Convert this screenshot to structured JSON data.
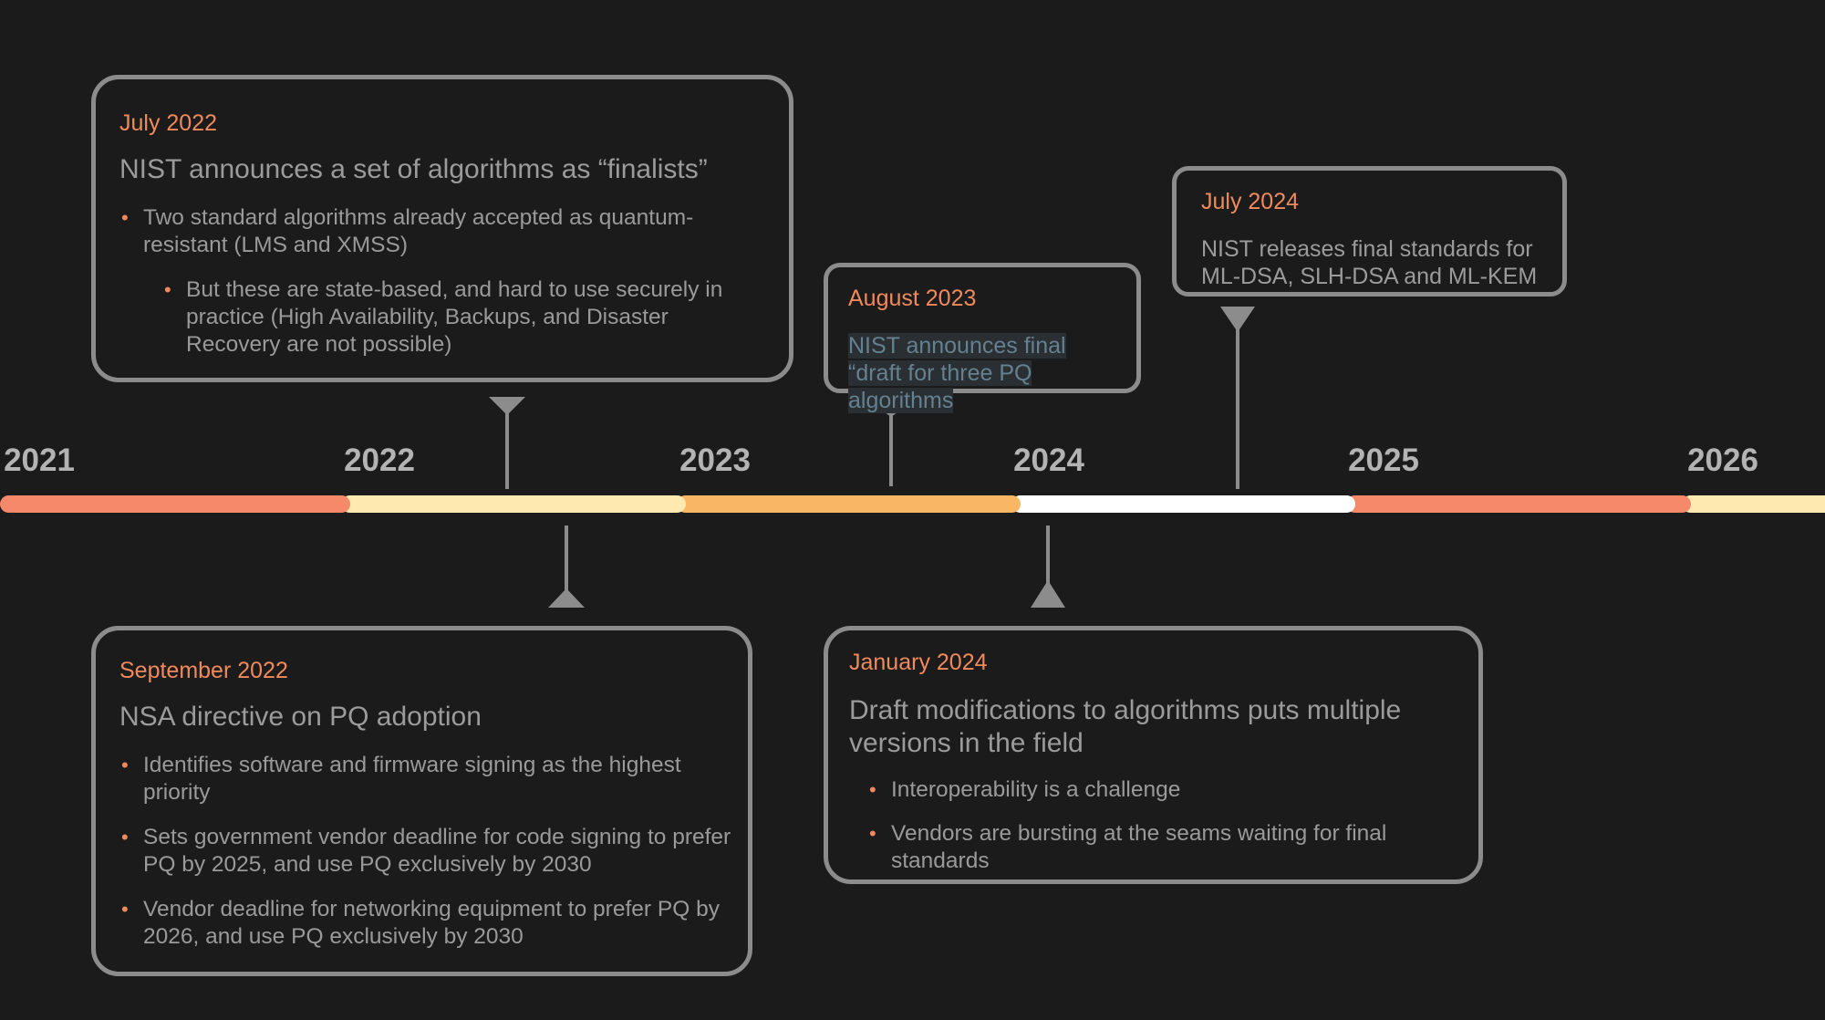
{
  "timeline": {
    "years": [
      "2021",
      "2022",
      "2023",
      "2024",
      "2025",
      "2026"
    ],
    "segment_colors": [
      "#f6896a",
      "#fee9b0",
      "#f9b765",
      "#ffffff",
      "#f6896a",
      "#fee9b0"
    ]
  },
  "events": {
    "jul2022": {
      "date": "July 2022",
      "title": "NIST announces a set of algorithms as “finalists”",
      "bullets": [
        "Two standard algorithms already accepted as quantum-resistant (LMS and XMSS)",
        "But these are state-based, and hard to use securely in practice (High Availability, Backups, and Disaster Recovery are not possible)"
      ]
    },
    "sep2022": {
      "date": "September 2022",
      "title": "NSA directive on PQ adoption",
      "bullets": [
        "Identifies software and firmware signing as the highest priority",
        "Sets government vendor deadline for code signing to prefer PQ by 2025, and use PQ exclusively by 2030",
        "Vendor deadline for networking equipment to prefer PQ by 2026, and use PQ exclusively by 2030"
      ]
    },
    "aug2023": {
      "date": "August 2023",
      "body": "NIST announces final “draft for three PQ algorithms"
    },
    "jan2024": {
      "date": "January 2024",
      "title": "Draft modifications to algorithms puts multiple versions in the field",
      "bullets": [
        "Interoperability is a challenge",
        "Vendors are bursting at the seams waiting for final standards"
      ]
    },
    "jul2024": {
      "date": "July 2024",
      "body": "NIST releases final standards for ML-DSA, SLH-DSA and ML-KEM"
    }
  },
  "colors": {
    "accent": "#f08a5d",
    "border": "#8c8c8c",
    "background": "#1b1b1b"
  },
  "icons": {
    "bullet": "bullet-dot-icon",
    "connector": "arrow-connector-icon"
  }
}
